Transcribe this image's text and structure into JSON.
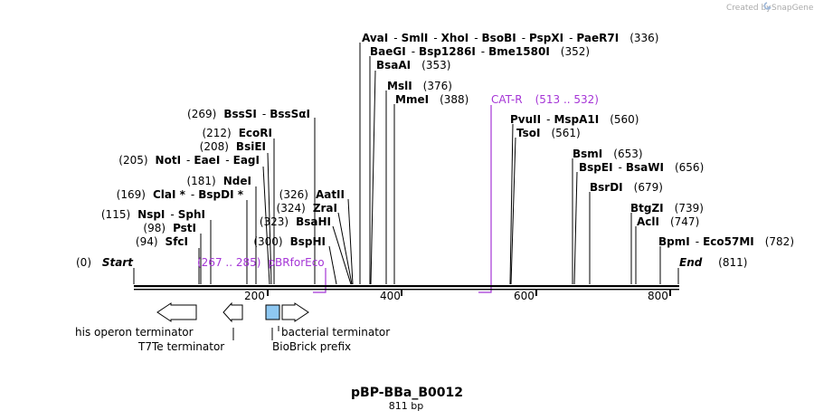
{
  "credit": {
    "text": "Created by",
    "brand": "SnapGene"
  },
  "plasmid": {
    "name": "pBP-BBa_B0012",
    "length_label": "811 bp"
  },
  "colors": {
    "primer": "#a535d6",
    "biobrick_prefix": "#8ec8f2"
  },
  "ruler": {
    "start_label": "Start",
    "start_pos": "(0)",
    "end_label": "End",
    "end_pos": "(811)",
    "ticks": [
      "200",
      "400",
      "600",
      "800"
    ]
  },
  "sites": [
    {
      "id": "sfci",
      "pos": "(94)",
      "names": [
        "SfcI"
      ]
    },
    {
      "id": "psti",
      "pos": "(98)",
      "names": [
        "PstI"
      ]
    },
    {
      "id": "nspi",
      "pos": "(115)",
      "names": [
        "NspI",
        "SphI"
      ]
    },
    {
      "id": "clai",
      "pos": "(169)",
      "names": [
        "ClaI *",
        "BspDI *"
      ]
    },
    {
      "id": "ndei",
      "pos": "(181)",
      "names": [
        "NdeI"
      ]
    },
    {
      "id": "noti",
      "pos": "(205)",
      "names": [
        "NotI",
        "EaeI",
        "EagI"
      ]
    },
    {
      "id": "bsiei",
      "pos": "(208)",
      "names": [
        "BsiEI"
      ]
    },
    {
      "id": "ecori",
      "pos": "(212)",
      "names": [
        "EcoRI"
      ]
    },
    {
      "id": "bsssi",
      "pos": "(269)",
      "names": [
        "BssSI",
        "BssSαI"
      ]
    },
    {
      "id": "bsphi",
      "pos": "(300)",
      "names": [
        "BspHI"
      ]
    },
    {
      "id": "bsahi",
      "pos": "(323)",
      "names": [
        "BsaHI"
      ]
    },
    {
      "id": "zrai",
      "pos": "(324)",
      "names": [
        "ZraI"
      ]
    },
    {
      "id": "aatii",
      "pos": "(326)",
      "names": [
        "AatII"
      ]
    },
    {
      "id": "avai",
      "pos": "(336)",
      "names": [
        "AvaI",
        "SmlI",
        "XhoI",
        "BsoBI",
        "PspXI",
        "PaeR7I"
      ]
    },
    {
      "id": "baegi",
      "pos": "(352)",
      "names": [
        "BaeGI",
        "Bsp1286I",
        "Bme1580I"
      ]
    },
    {
      "id": "bsaai",
      "pos": "(353)",
      "names": [
        "BsaAI"
      ]
    },
    {
      "id": "msli",
      "pos": "(376)",
      "names": [
        "MslI"
      ]
    },
    {
      "id": "mmei",
      "pos": "(388)",
      "names": [
        "MmeI"
      ]
    },
    {
      "id": "pvuii",
      "pos": "(560)",
      "names": [
        "PvuII",
        "MspA1I"
      ]
    },
    {
      "id": "tsoi",
      "pos": "(561)",
      "names": [
        "TsoI"
      ]
    },
    {
      "id": "bsmi",
      "pos": "(653)",
      "names": [
        "BsmI"
      ]
    },
    {
      "id": "bspei",
      "pos": "(656)",
      "names": [
        "BspEI",
        "BsaWI"
      ]
    },
    {
      "id": "bsrdi",
      "pos": "(679)",
      "names": [
        "BsrDI"
      ]
    },
    {
      "id": "btgzi",
      "pos": "(739)",
      "names": [
        "BtgZI"
      ]
    },
    {
      "id": "acli",
      "pos": "(747)",
      "names": [
        "AclI"
      ]
    },
    {
      "id": "bpmi",
      "pos": "(782)",
      "names": [
        "BpmI",
        "Eco57MI"
      ]
    }
  ],
  "primers": [
    {
      "id": "pbrforeco",
      "name": "pBRforEco",
      "range": "(267 .. 285)"
    },
    {
      "id": "cat-r",
      "name": "CAT-R",
      "range": "(513 .. 532)"
    }
  ],
  "features": [
    {
      "id": "his-operon-terminator",
      "label": "his operon terminator"
    },
    {
      "id": "t7te-terminator",
      "label": "T7Te terminator"
    },
    {
      "id": "biobrick-prefix",
      "label": "BioBrick prefix"
    },
    {
      "id": "bacterial-terminator",
      "label": "bacterial terminator"
    }
  ]
}
